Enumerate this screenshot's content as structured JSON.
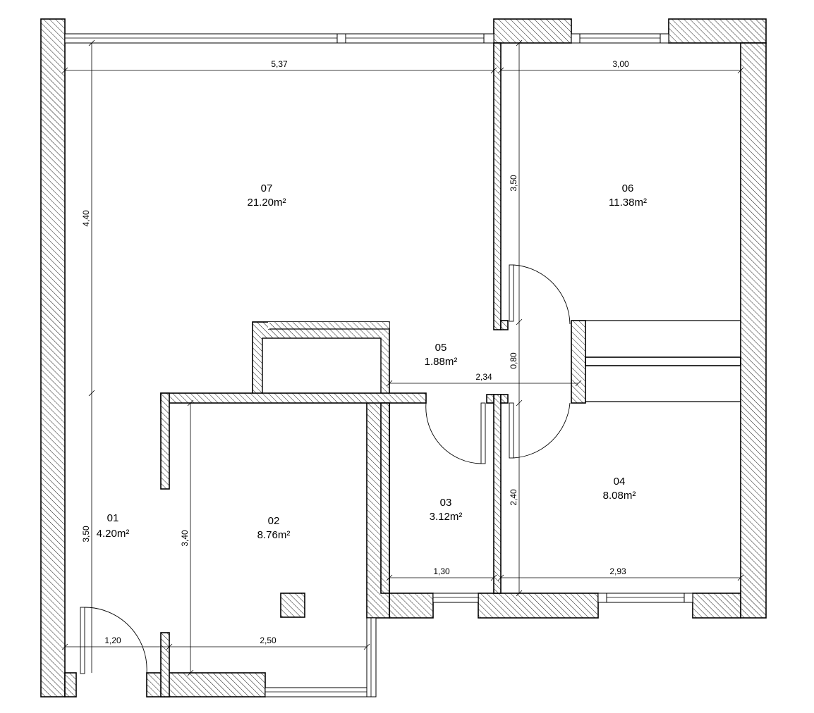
{
  "rooms": [
    {
      "number": "07",
      "area": "21.20m²"
    },
    {
      "number": "06",
      "area": "11.38m²"
    },
    {
      "number": "05",
      "area": "1.88m²"
    },
    {
      "number": "04",
      "area": "8.08m²"
    },
    {
      "number": "03",
      "area": "3.12m²"
    },
    {
      "number": "02",
      "area": "8.76m²"
    },
    {
      "number": "01",
      "area": "4.20m²"
    }
  ],
  "dimensions": {
    "room07_width": "5,37",
    "room06_width": "3,00",
    "room07_height": "4,40",
    "room06_height": "3,50",
    "hall_width": "0,80",
    "corridor_length": "2,34",
    "room04_height": "2,40",
    "room03_width": "1,30",
    "room04_width": "2,93",
    "room01_height": "3,50",
    "room02_height": "3,40",
    "room01_width": "1,20",
    "room02_width": "2,50"
  }
}
